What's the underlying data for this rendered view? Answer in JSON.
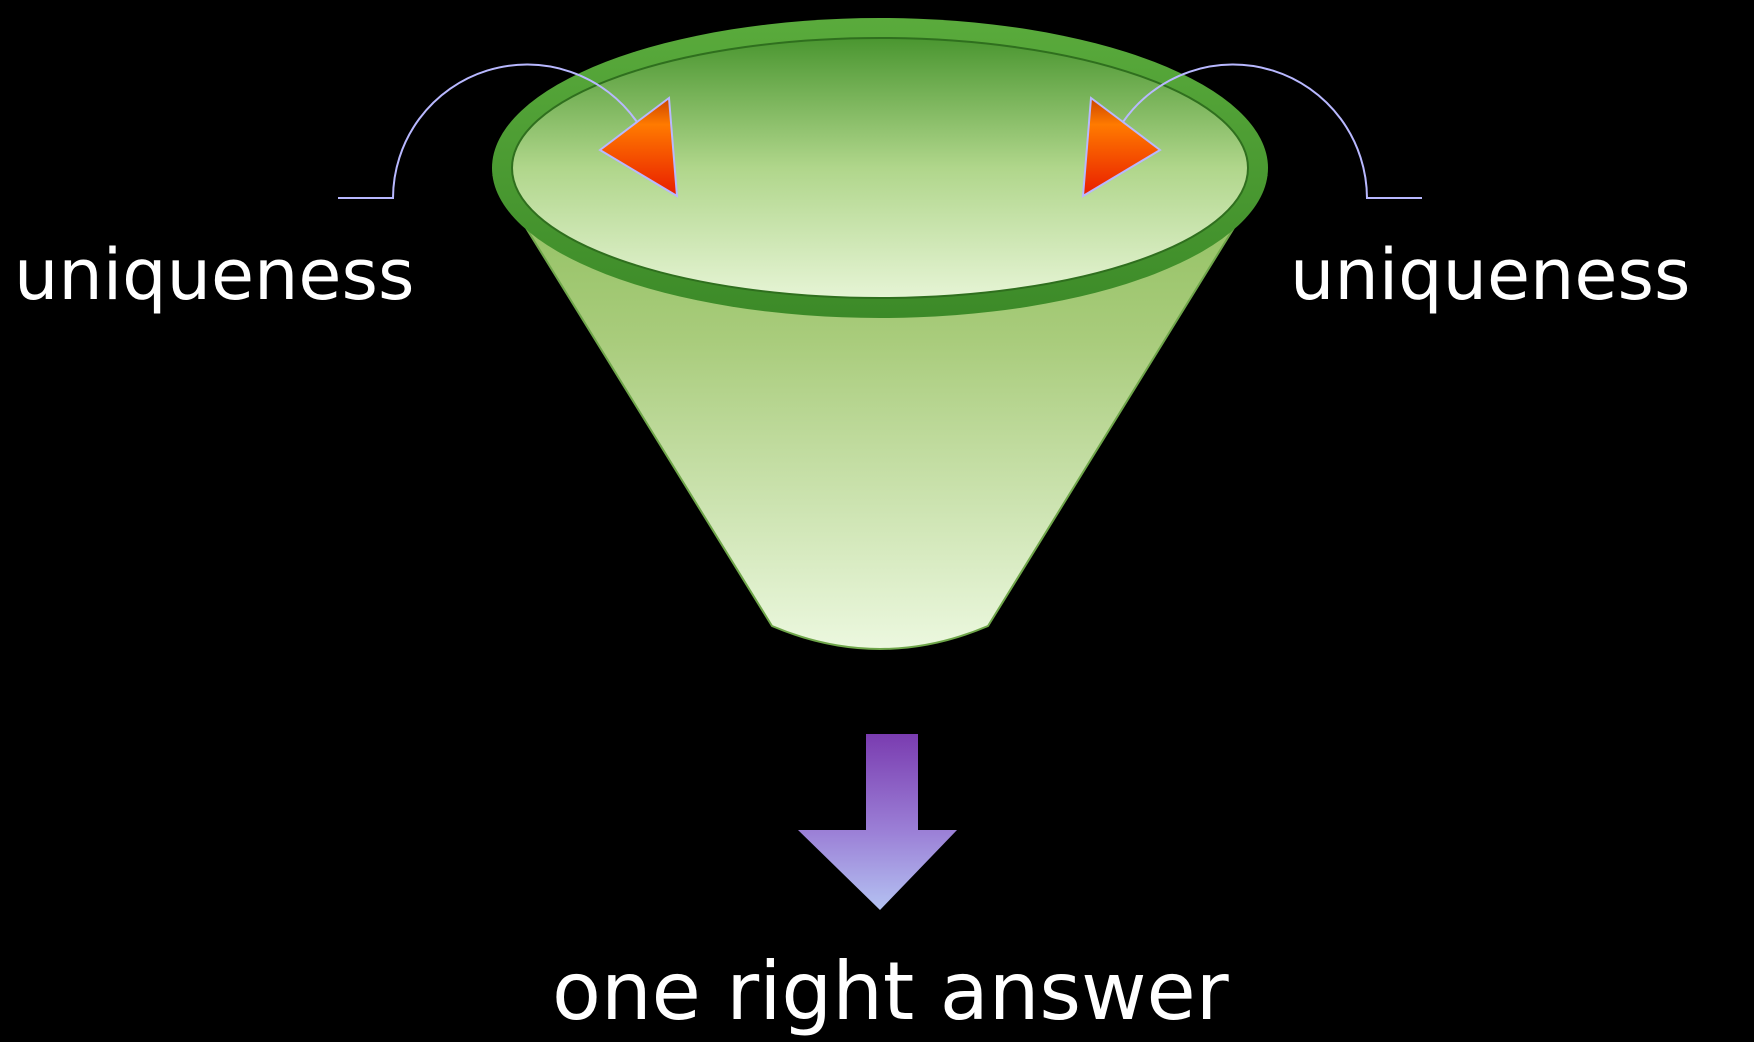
{
  "labels": {
    "left": "uniqueness",
    "right": "uniqueness",
    "bottom": "one right answer"
  },
  "colors": {
    "background": "#000000",
    "text": "#ffffff",
    "funnel_rim": "#3f8f2c",
    "funnel_body_top": "#9ec870",
    "funnel_body_bottom": "#eaf6dc",
    "input_arrow_top": "#8a0000",
    "input_arrow_mid": "#ff7a00",
    "input_arrow_bottom": "#e81a00",
    "output_arrow_top": "#7a3cb0",
    "output_arrow_bottom": "#b4c2f2"
  },
  "icons": {
    "funnel": "funnel-icon",
    "input_arrows": "curved-arrow-icon",
    "output_arrow": "down-arrow-icon"
  }
}
